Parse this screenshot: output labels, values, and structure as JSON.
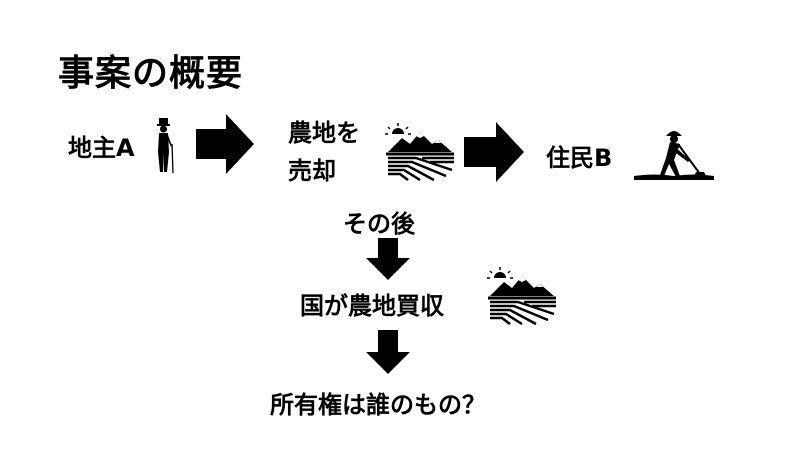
{
  "title": "事案の概要",
  "nodes": {
    "landowner": "地主A",
    "sale": "農地を\n売却",
    "resident": "住民B",
    "after": "その後",
    "purchase": "国が農地買収",
    "question": "所有権は誰のもの？"
  },
  "icons": {
    "landowner": "gentleman-with-cane-icon",
    "farmland": "farmland-mountains-sun-icon",
    "farmer": "farmer-with-hoe-icon",
    "arrow_right": "right-arrow-icon",
    "arrow_down": "down-arrow-icon"
  },
  "colors": {
    "ink": "#000000",
    "background": "#ffffff"
  }
}
